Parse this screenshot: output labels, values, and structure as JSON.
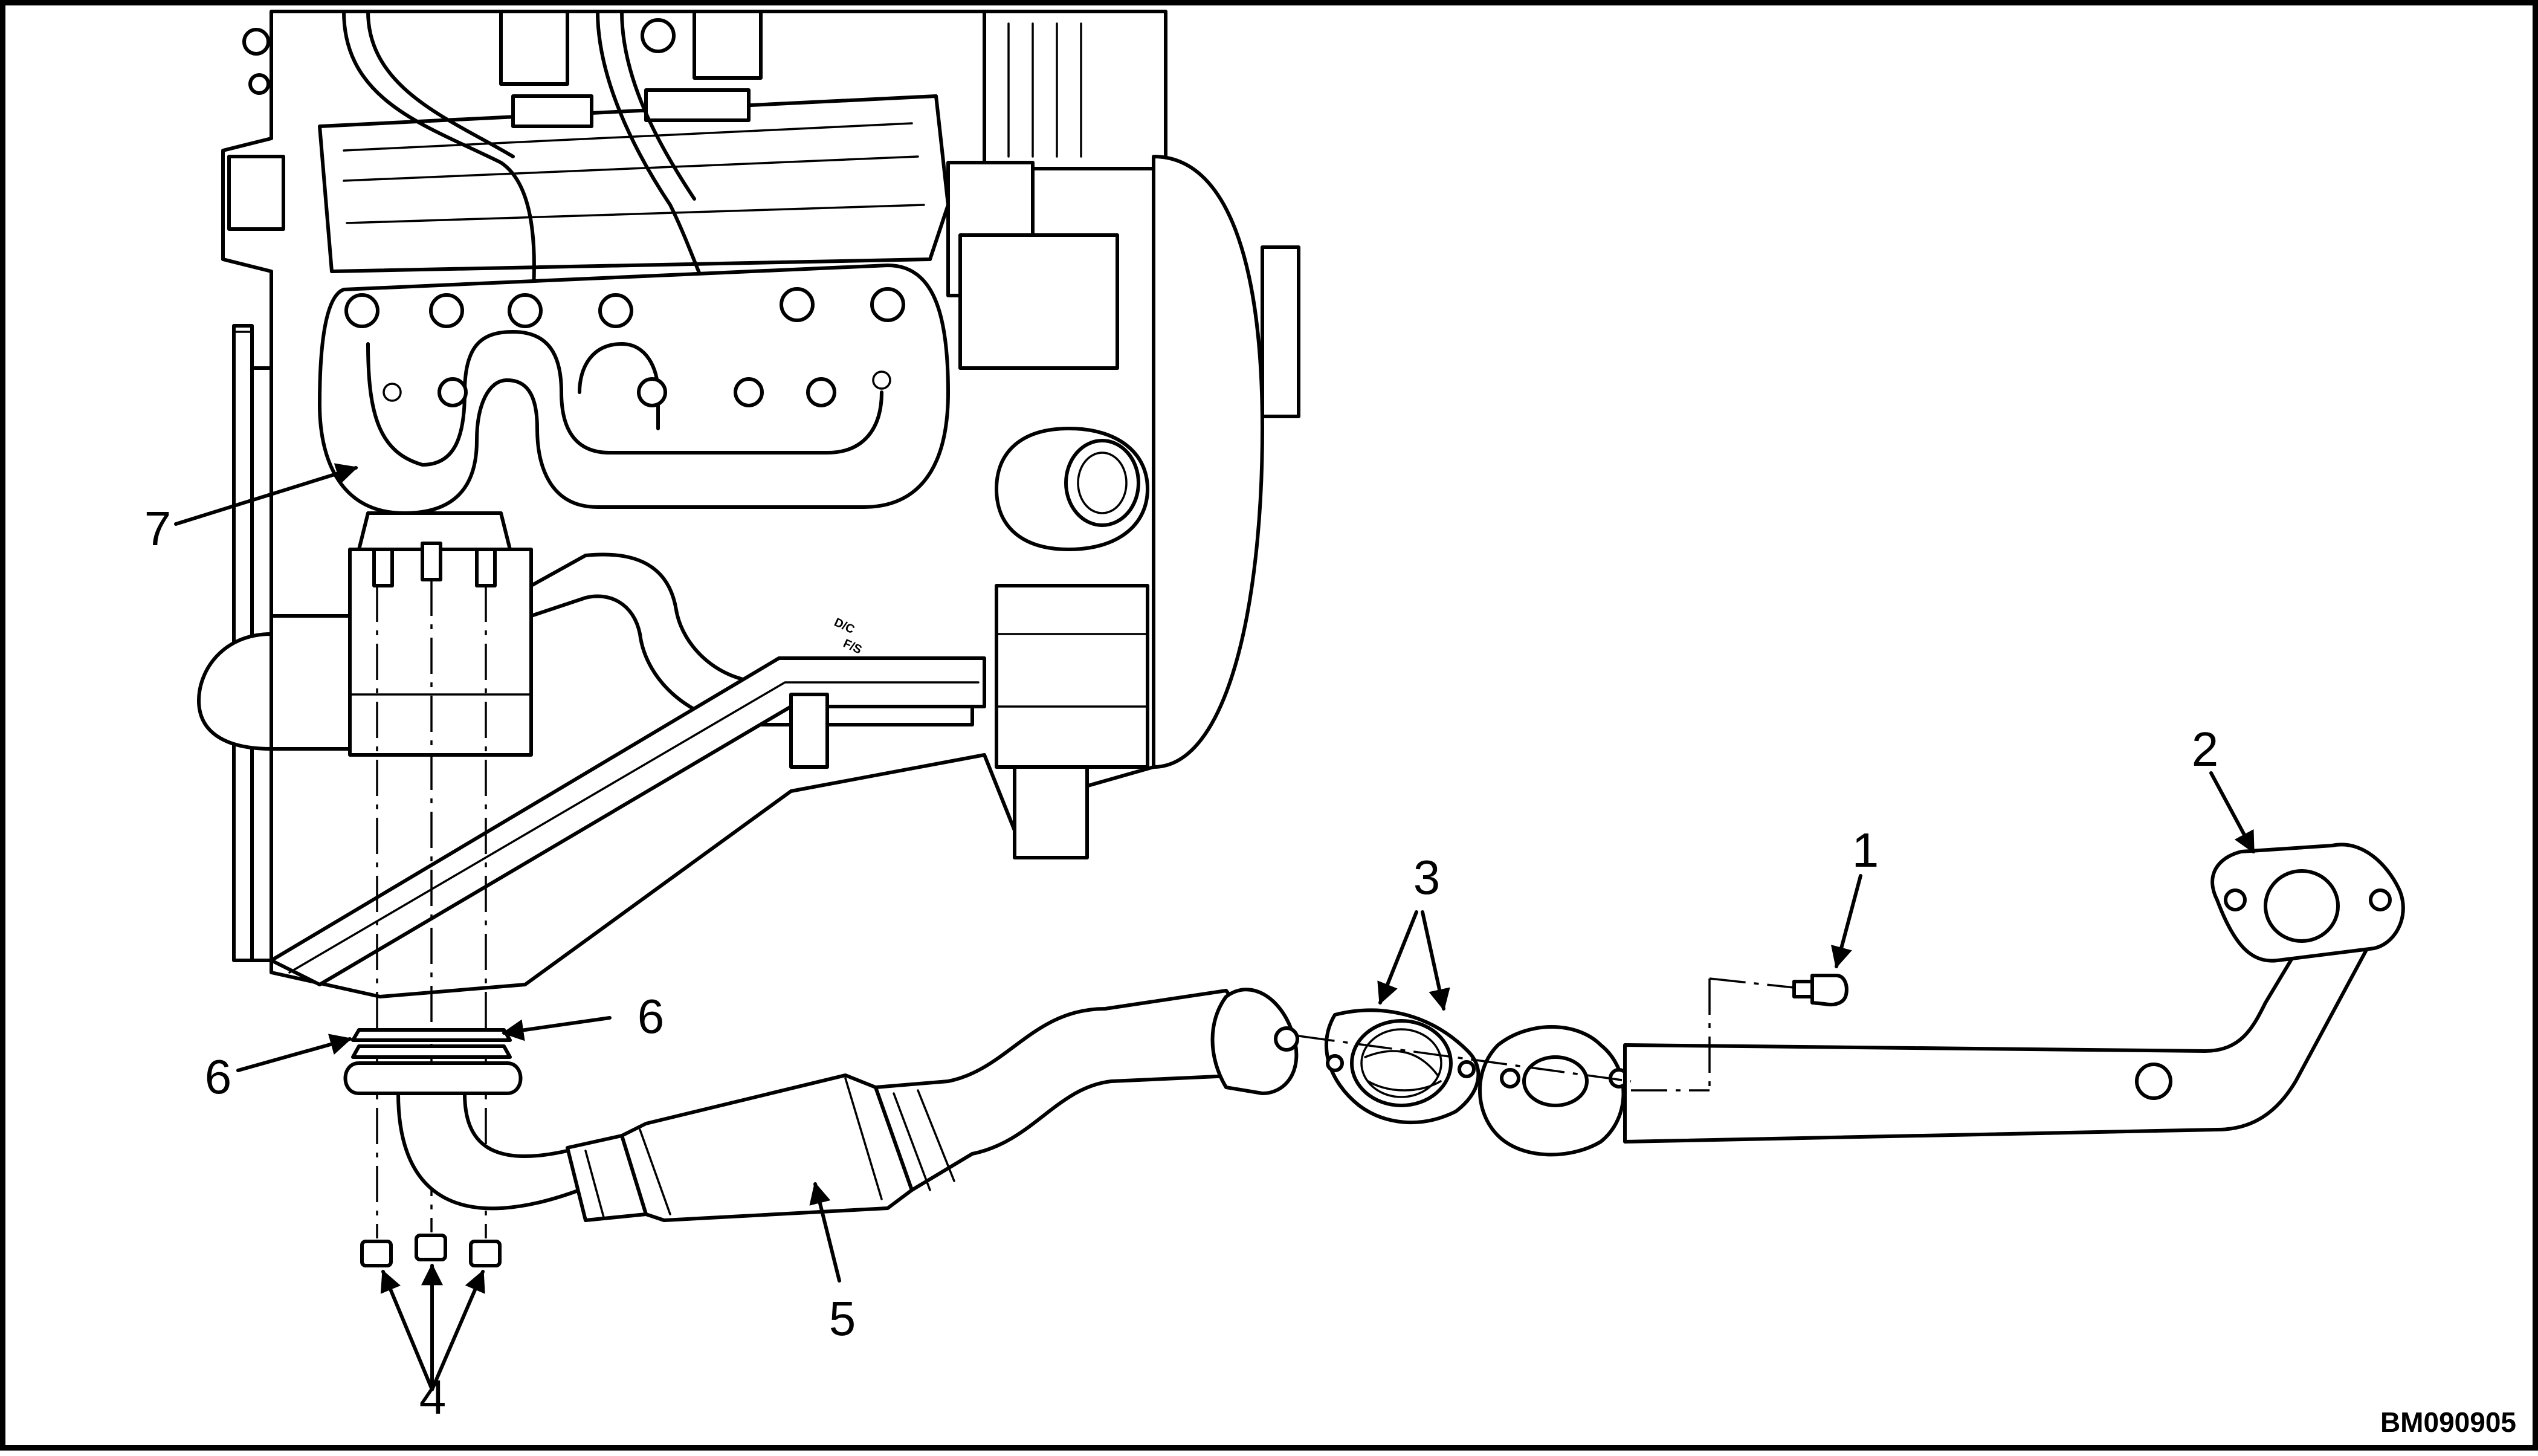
{
  "figure": {
    "figure_code": "BM090905",
    "engine_marking": "D/C F/S",
    "callouts": [
      {
        "id": "1",
        "label": "1"
      },
      {
        "id": "2",
        "label": "2"
      },
      {
        "id": "3",
        "label": "3"
      },
      {
        "id": "4",
        "label": "4"
      },
      {
        "id": "5",
        "label": "5"
      },
      {
        "id": "6a",
        "label": "6"
      },
      {
        "id": "6b",
        "label": "6"
      },
      {
        "id": "7",
        "label": "7"
      }
    ],
    "colors": {
      "line": "#000000",
      "background": "#ffffff"
    }
  }
}
